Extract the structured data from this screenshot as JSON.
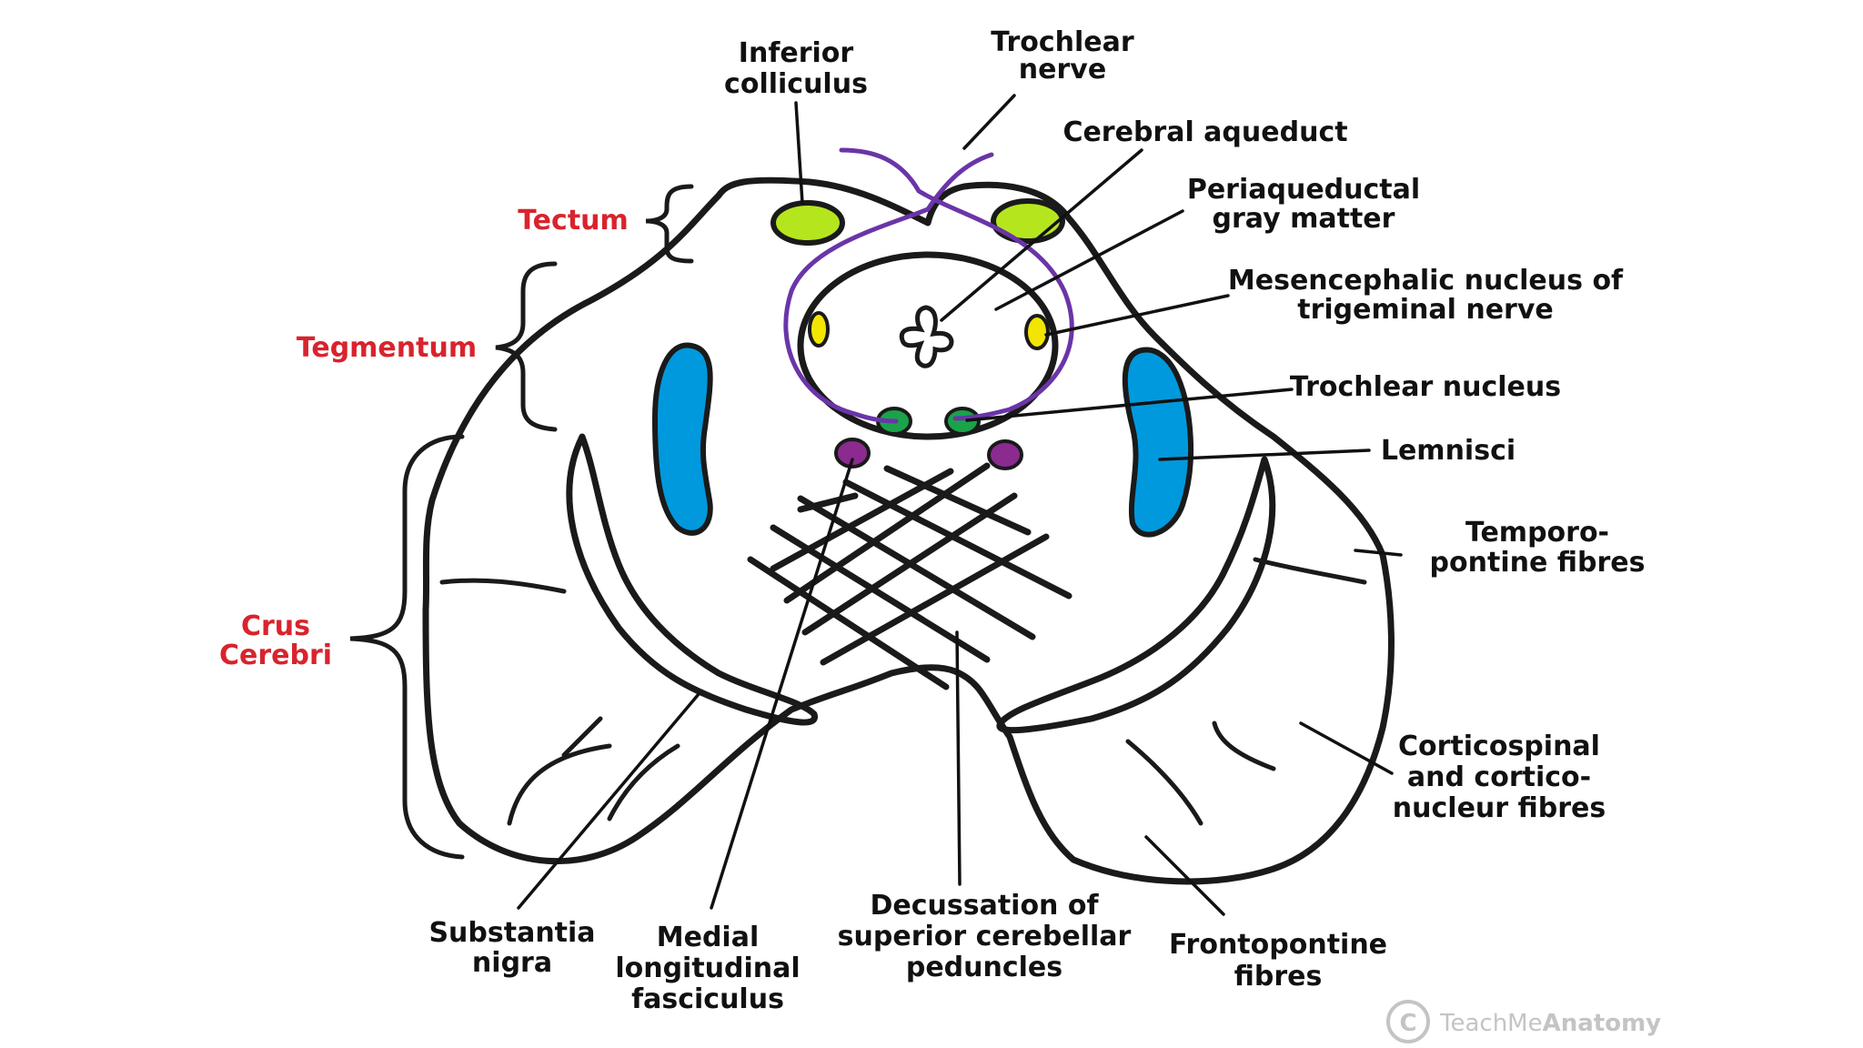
{
  "colors": {
    "structure_label": "#d9232d",
    "colliculus": "#b5e61d",
    "lemnisci": "#0099dd",
    "mesencephalic_nucleus": "#f2e600",
    "trochlear_nucleus": "#1aa34a",
    "mlf": "#8b2a8f",
    "trochlear_nerve": "#6a35a8",
    "watermark": "#c4c4c4"
  },
  "regions": {
    "tectum": "Tectum",
    "tegmentum": "Tegmentum",
    "crus_cerebri": [
      "Crus",
      "Cerebri"
    ]
  },
  "labels": {
    "inferior_colliculus": [
      "Inferior",
      "colliculus"
    ],
    "trochlear_nerve": [
      "Trochlear",
      "nerve"
    ],
    "cerebral_aqueduct": [
      "Cerebral aqueduct"
    ],
    "periaqueductal_gray": [
      "Periaqueductal",
      "gray matter"
    ],
    "mesencephalic_nucleus": [
      "Mesencephalic nucleus of",
      "trigeminal nerve"
    ],
    "trochlear_nucleus": [
      "Trochlear nucleus"
    ],
    "lemnisci": [
      "Lemnisci"
    ],
    "temporopontine": [
      "Temporo-",
      "pontine fibres"
    ],
    "corticospinal": [
      "Corticospinal",
      "and cortico-",
      "nucleur fibres"
    ],
    "frontopontine": [
      "Frontopontine",
      "fibres"
    ],
    "decussation": [
      "Decussation of",
      "superior cerebellar",
      "peduncles"
    ],
    "mlf": [
      "Medial",
      "longitudinal",
      "fasciculus"
    ],
    "substantia_nigra": [
      "Substantia",
      "nigra"
    ]
  },
  "watermark": {
    "symbol": "C",
    "brand_light": "TeachMe",
    "brand_bold": "Anatomy"
  }
}
